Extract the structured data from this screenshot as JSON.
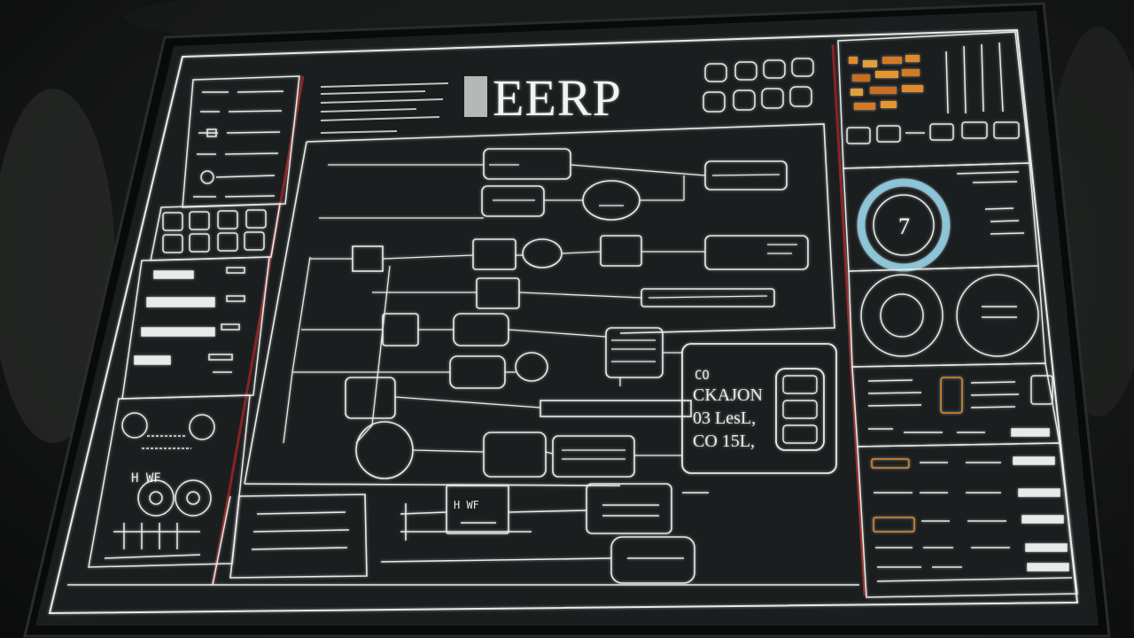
{
  "header": {
    "title": "EERP"
  },
  "colors": {
    "background": "#161817",
    "screen": "#1d2021",
    "line": "#e8ece9",
    "accent_red": "#7a1e1e",
    "accent_amber": "#e08a2a",
    "accent_cyan": "#8fd0e6"
  },
  "readouts": {
    "gauge_value": "7"
  },
  "info_card": {
    "line1": "CO",
    "line2": "CKAJON",
    "line3": "03 LesL,",
    "line4": "CO 15L,"
  },
  "node_labels": {
    "bottom_box_label": "H WF"
  },
  "icons": [
    "control-square-icon",
    "gauge-ring-icon",
    "dial-icon",
    "toggle-switch-icon",
    "node-box-icon",
    "circle-node-icon"
  ]
}
